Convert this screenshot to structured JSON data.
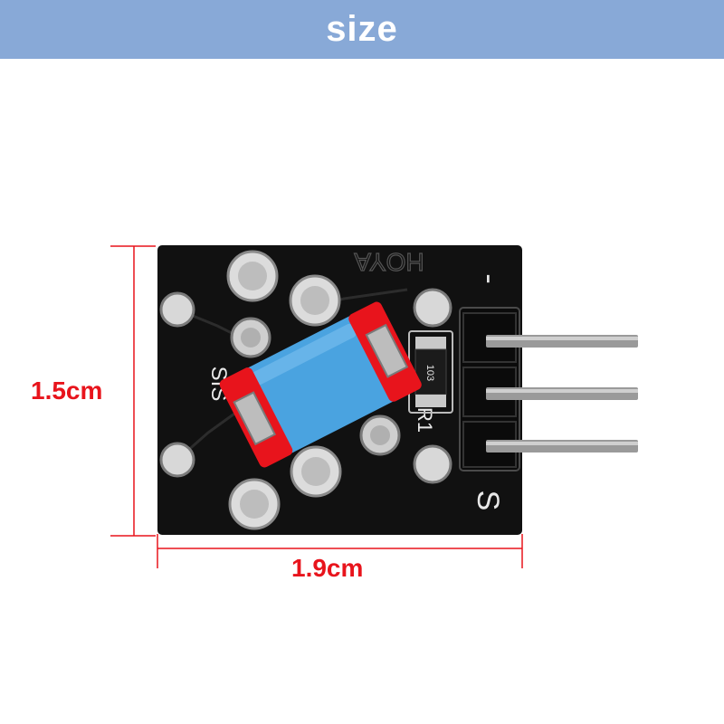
{
  "header": {
    "title": "size",
    "bg_color": "#88a9d7"
  },
  "dimensions": {
    "height_label": "1.5cm",
    "width_label": "1.9cm",
    "label_color": "#e8141c",
    "line_color": "#e8141c"
  },
  "board": {
    "silkscreen": {
      "brand": "HOYA",
      "pin_minus": "-",
      "pin_signal": "S",
      "resistor_ref": "R1",
      "resistor_code": "103",
      "switch_ref": "SIS"
    },
    "colors": {
      "pcb": "#111111",
      "switch_body": "#4aa3e0",
      "switch_caps": "#e8141c",
      "pins": "#9a9a9a"
    }
  },
  "icons": [
    "tilt-switch-icon",
    "pin-header-icon",
    "resistor-icon"
  ]
}
